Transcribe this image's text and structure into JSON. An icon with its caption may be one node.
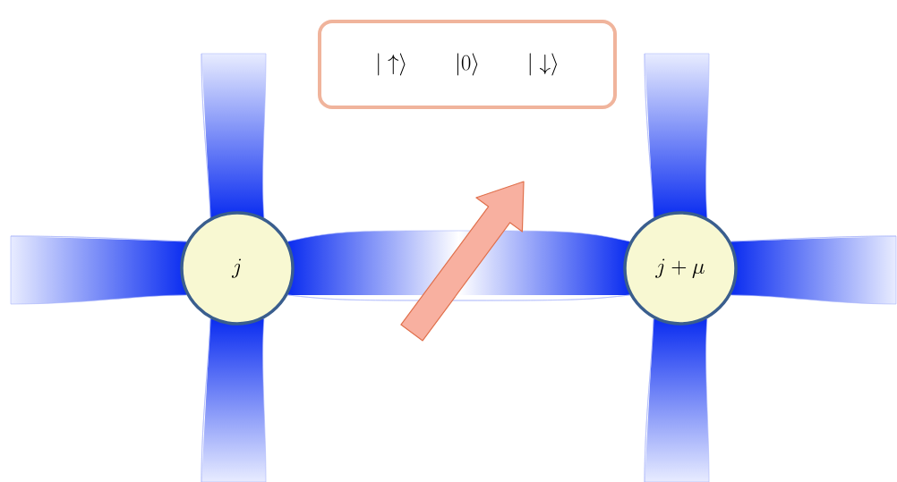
{
  "diagram": {
    "nodes": [
      {
        "text": [
          "|\\uparrow\\rangle",
          "|0\\rangle",
          "|\\downarrow\\rangle"
        ]
      },
      {
        "text": [
          "j"
        ]
      },
      {
        "text": [
          "j + \\mu"
        ]
      }
    ],
    "edges": [
      {
        "from": 1,
        "to": null,
        "arrow": "none"
      },
      {
        "from": 1,
        "to": null,
        "arrow": "none"
      },
      {
        "from": 1,
        "to": 2,
        "arrow": "none"
      },
      {
        "from": 1,
        "to": null,
        "arrow": "none"
      },
      {
        "from": 2,
        "to": null,
        "arrow": "none"
      },
      {
        "from": 2,
        "to": null,
        "arrow": "none"
      },
      {
        "from": 2,
        "to": null,
        "arrow": "none"
      }
    ]
  }
}
